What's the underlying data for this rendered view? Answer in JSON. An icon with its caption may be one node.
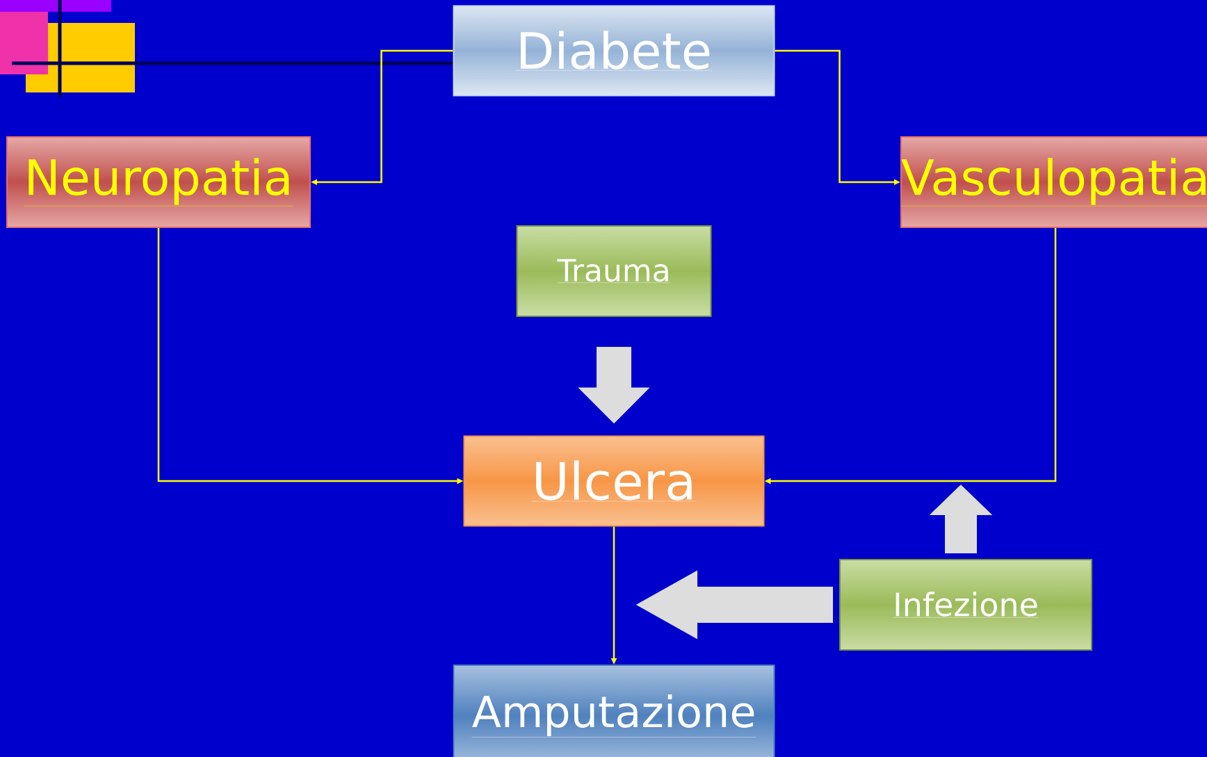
{
  "diagram": {
    "nodes": [
      {
        "text": [
          "Diabete"
        ]
      },
      {
        "text": [
          "Neuropatia"
        ]
      },
      {
        "text": [
          "Vasculopatia"
        ]
      },
      {
        "text": [
          "Trauma"
        ]
      },
      {
        "text": [
          "Ulcera"
        ]
      },
      {
        "text": [
          "Infezione"
        ]
      },
      {
        "text": [
          "Amputazione"
        ]
      }
    ],
    "edges": [
      {
        "from": 0,
        "to": 1,
        "arrow": "to"
      },
      {
        "from": 0,
        "to": 2,
        "arrow": "to"
      },
      {
        "from": 1,
        "to": 4,
        "arrow": "to"
      },
      {
        "from": 2,
        "to": 4,
        "arrow": "to"
      },
      {
        "from": 4,
        "to": 6,
        "arrow": "to"
      },
      {
        "from": 3,
        "to": 4,
        "arrow": "to",
        "style": "thick",
        "color": "#dddddd"
      },
      {
        "from": 5,
        "to": null,
        "arrow": "to",
        "style": "thick",
        "color": "#dddddd"
      },
      {
        "from": 5,
        "to": null,
        "arrow": "to",
        "style": "thick",
        "color": "#dddddd"
      }
    ]
  }
}
